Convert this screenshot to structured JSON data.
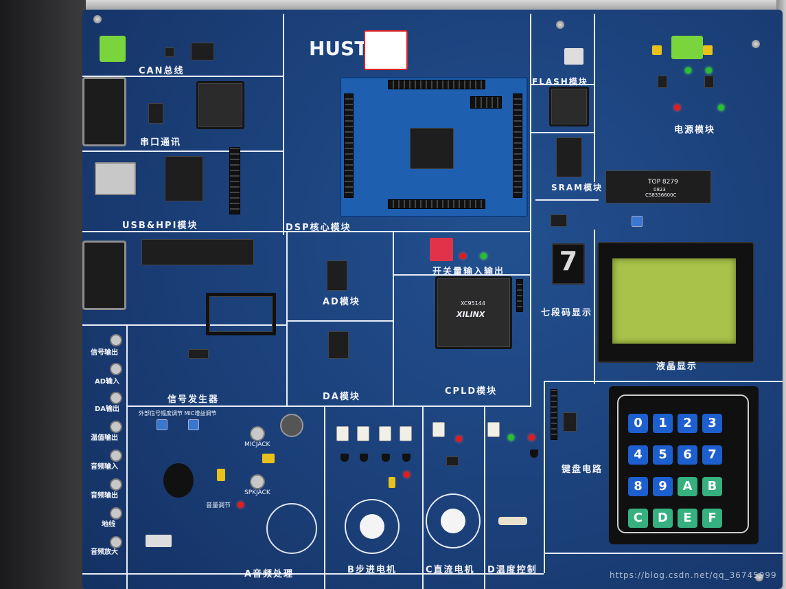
{
  "board_logo": "HUST",
  "modules": {
    "can": "CAN总线",
    "serial": "串口通讯",
    "usb_hpi": "USB&HPI模块",
    "dsp_core": "DSP核心模块",
    "flash": "FLASH模块",
    "sram": "SRAM模块",
    "power": "电源模块",
    "switch_io": "开关量输入输出",
    "ad": "AD模块",
    "da": "DA模块",
    "cpld": "CPLD模块",
    "seven_seg": "七段码显示",
    "lcd": "液晶显示",
    "signal_gen": "信号发生器",
    "keyboard": "键盘电路",
    "audio": "A音频处理",
    "stepper": "B步进电机",
    "dc_motor": "C直流电机",
    "temp": "D温度控制"
  },
  "side_jacks": [
    "信号输出",
    "AD输入",
    "DA输出",
    "温值输出",
    "音频输入",
    "音频输出",
    "地线",
    "音频放大"
  ],
  "audio_labels": {
    "mic_jack": "MICJACK",
    "spk_jack": "SPKJACK",
    "volume": "音量调节",
    "mic_gain": "外部信号幅度调节 MIC增益调节"
  },
  "chip_marks": {
    "top8279_1": "TOP 8279",
    "top8279_2": "0823",
    "top8279_3": "CS8336600C",
    "xilinx": "XILINX",
    "xilinx_part": "XC95144"
  },
  "keypad_keys": [
    "0",
    "1",
    "2",
    "3",
    "4",
    "5",
    "6",
    "7",
    "8",
    "9",
    "A",
    "B",
    "C",
    "D",
    "E",
    "F"
  ],
  "seven_seg_digit": "7",
  "watermark": "https://blog.csdn.net/qq_36745999",
  "colors": {
    "board": "#1b3f78",
    "silkscreen": "#e9eef7",
    "dsp_pcb": "#1f5fb0",
    "lcd_green": "#a8c24a",
    "key_blue": "#1e5fcf",
    "key_green": "#35b07e"
  }
}
